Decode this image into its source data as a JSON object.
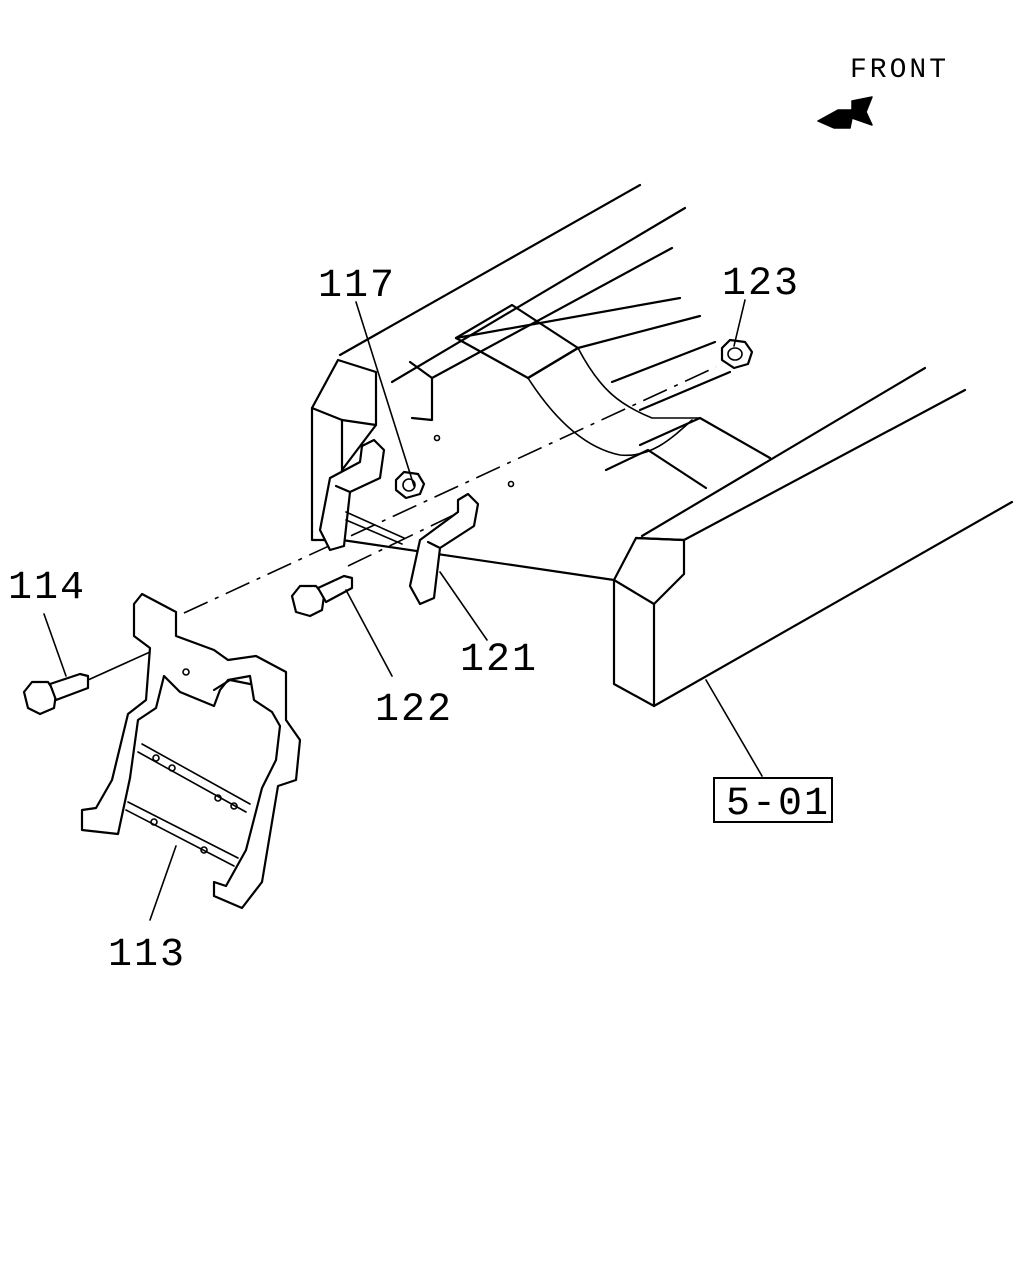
{
  "direction": {
    "label": "FRONT",
    "icon": "front-arrow-icon"
  },
  "callouts": {
    "p117": "117",
    "p123": "123",
    "p114": "114",
    "p121": "121",
    "p122": "122",
    "p113": "113",
    "ref501": "5-01"
  },
  "colors": {
    "line": "#000000",
    "background": "#ffffff"
  }
}
